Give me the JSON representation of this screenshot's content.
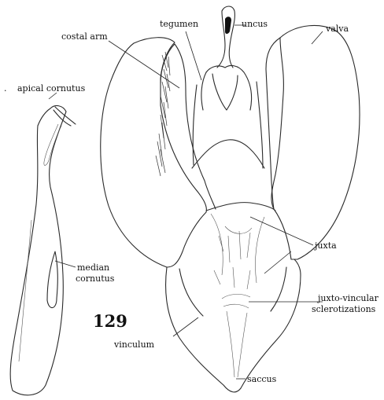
{
  "figure_number": "129",
  "labels": {
    "costal_arm": "costal arm",
    "tegumen": "tegumen",
    "uncus": "uncus",
    "valva": "valva",
    "apical_cornutus": "apical cornutus",
    "median_cornutus_1": "median",
    "median_cornutus_2": "cornutus",
    "juxta": "juxta",
    "juxto_vincular_1": "juxto-vincular",
    "juxto_vincular_2": "sclerotizations",
    "vinculum": "vinculum",
    "saccus": "saccus"
  }
}
